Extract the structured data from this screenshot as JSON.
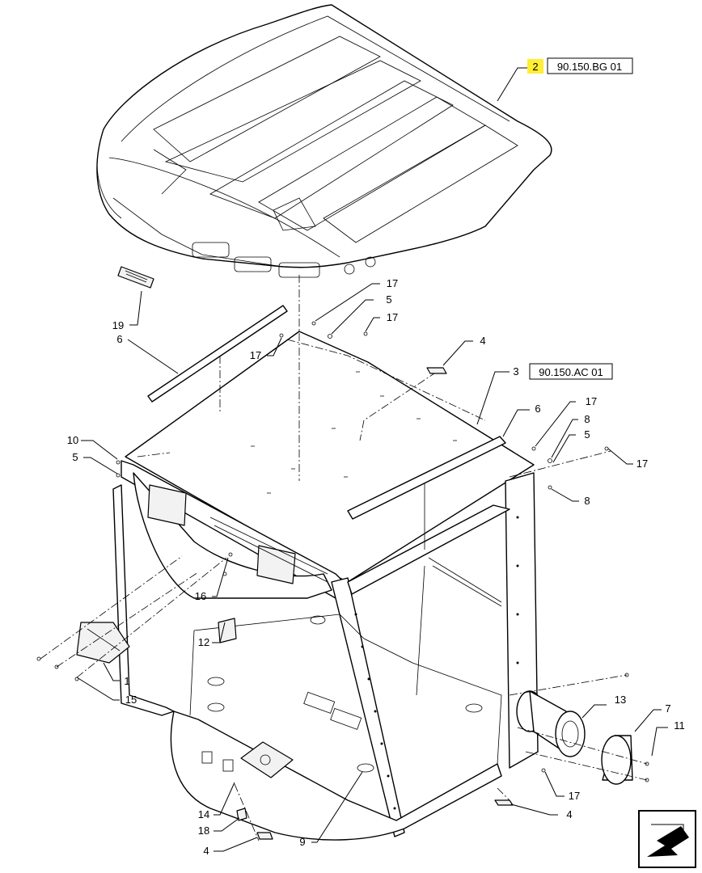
{
  "callouts": {
    "roof": "2",
    "frame": "3",
    "c4a": "4",
    "c4b": "4",
    "c4c": "4",
    "c5a": "5",
    "c5b": "5",
    "c5c": "5",
    "c6a": "6",
    "c6b": "6",
    "c7": "7",
    "c8a": "8",
    "c8b": "8",
    "c9": "9",
    "c10": "10",
    "c11": "11",
    "c12": "12",
    "c13": "13",
    "c14": "14",
    "c15": "15",
    "c16": "16",
    "c17a": "17",
    "c17b": "17",
    "c17c": "17",
    "c17d": "17",
    "c17e": "17",
    "c17f": "17",
    "c18": "18",
    "c19": "19",
    "c1": "1"
  },
  "references": {
    "roof_ref": "90.150.BG 01",
    "frame_ref": "90.150.AC 01"
  },
  "colors": {
    "highlight": "#ffee33",
    "line": "#000000"
  },
  "icons": {
    "nav": "arrow-icon"
  }
}
